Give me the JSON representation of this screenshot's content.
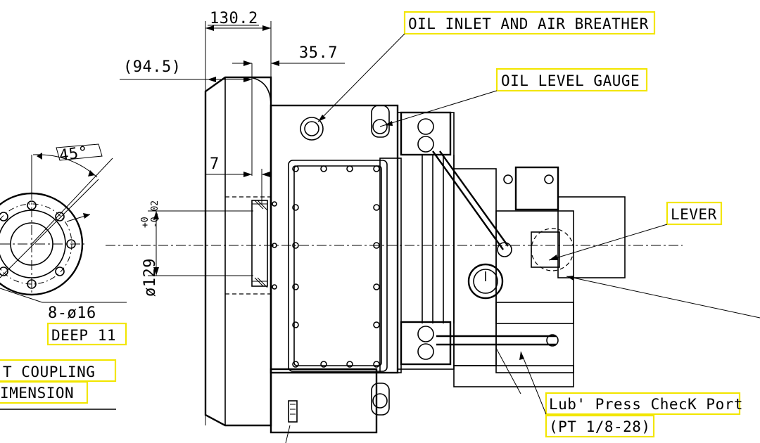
{
  "dimensions": {
    "overall_width": "130.2",
    "flange_offset": "(94.5)",
    "offset_35": "35.7",
    "small_offset": "7",
    "angle": "45°",
    "pilot_bore": "ø129",
    "pilot_tol_upper": "+0",
    "pilot_tol_lower": "-0.02",
    "hole_spec": "8-ø16"
  },
  "callouts": {
    "oil_inlet": "OIL INLET AND AIR BREATHER",
    "oil_level": "OIL LEVEL GAUGE",
    "lever": "LEVER",
    "lub_press": "Lub' Press ChecK Port",
    "lub_press_spec": "(PT 1/8-28)",
    "deep": "DEEP 11",
    "coupling_line1": "T COUPLING",
    "coupling_line2": "IMENSION"
  },
  "highlight_color": "#f2e600"
}
